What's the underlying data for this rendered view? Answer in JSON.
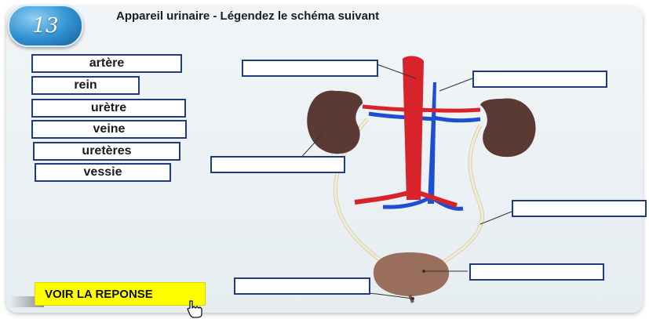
{
  "header": {
    "number": "13",
    "title": "Appareil urinaire - Légendez le schéma suivant"
  },
  "word_bank": [
    "artère",
    "rein",
    "urètre",
    "veine",
    "uretères",
    "vessie"
  ],
  "answer_blanks": [
    "",
    "",
    "",
    "",
    "",
    ""
  ],
  "button": {
    "label": "VOIR LA REPONSE"
  },
  "icons": [
    "hand-pointer-icon"
  ],
  "colors": {
    "artery": "#d8232a",
    "vein": "#1f4fd1",
    "kidney": "#5a3a33",
    "bladder": "#9a6e5c",
    "ureter": "#e9e2c6",
    "button": "#ffff00",
    "box_border": "#1f3d7a",
    "badge": "#2f8fcf"
  }
}
